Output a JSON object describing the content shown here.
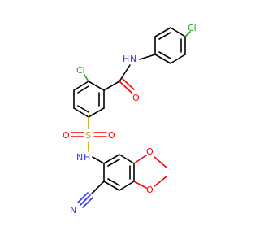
{
  "colors": {
    "carbon": "#000000",
    "nitrogen": "#3333ff",
    "oxygen": "#ff0000",
    "sulfur": "#c8a000",
    "chlorine": "#1fa01f"
  },
  "atoms": {
    "cl_top": "Cl",
    "nh_amide": "N",
    "h_amide": "H",
    "o_carbonyl": "O",
    "cl_left": "Cl",
    "s_sulfonyl": "S",
    "o_sulfonyl_left": "O",
    "o_sulfonyl_right": "O",
    "nh_sulfonamide": "N",
    "h_sulfonamide": "H",
    "o_dioxole_top": "O",
    "o_dioxole_bottom": "O",
    "n_nitrile": "N"
  }
}
